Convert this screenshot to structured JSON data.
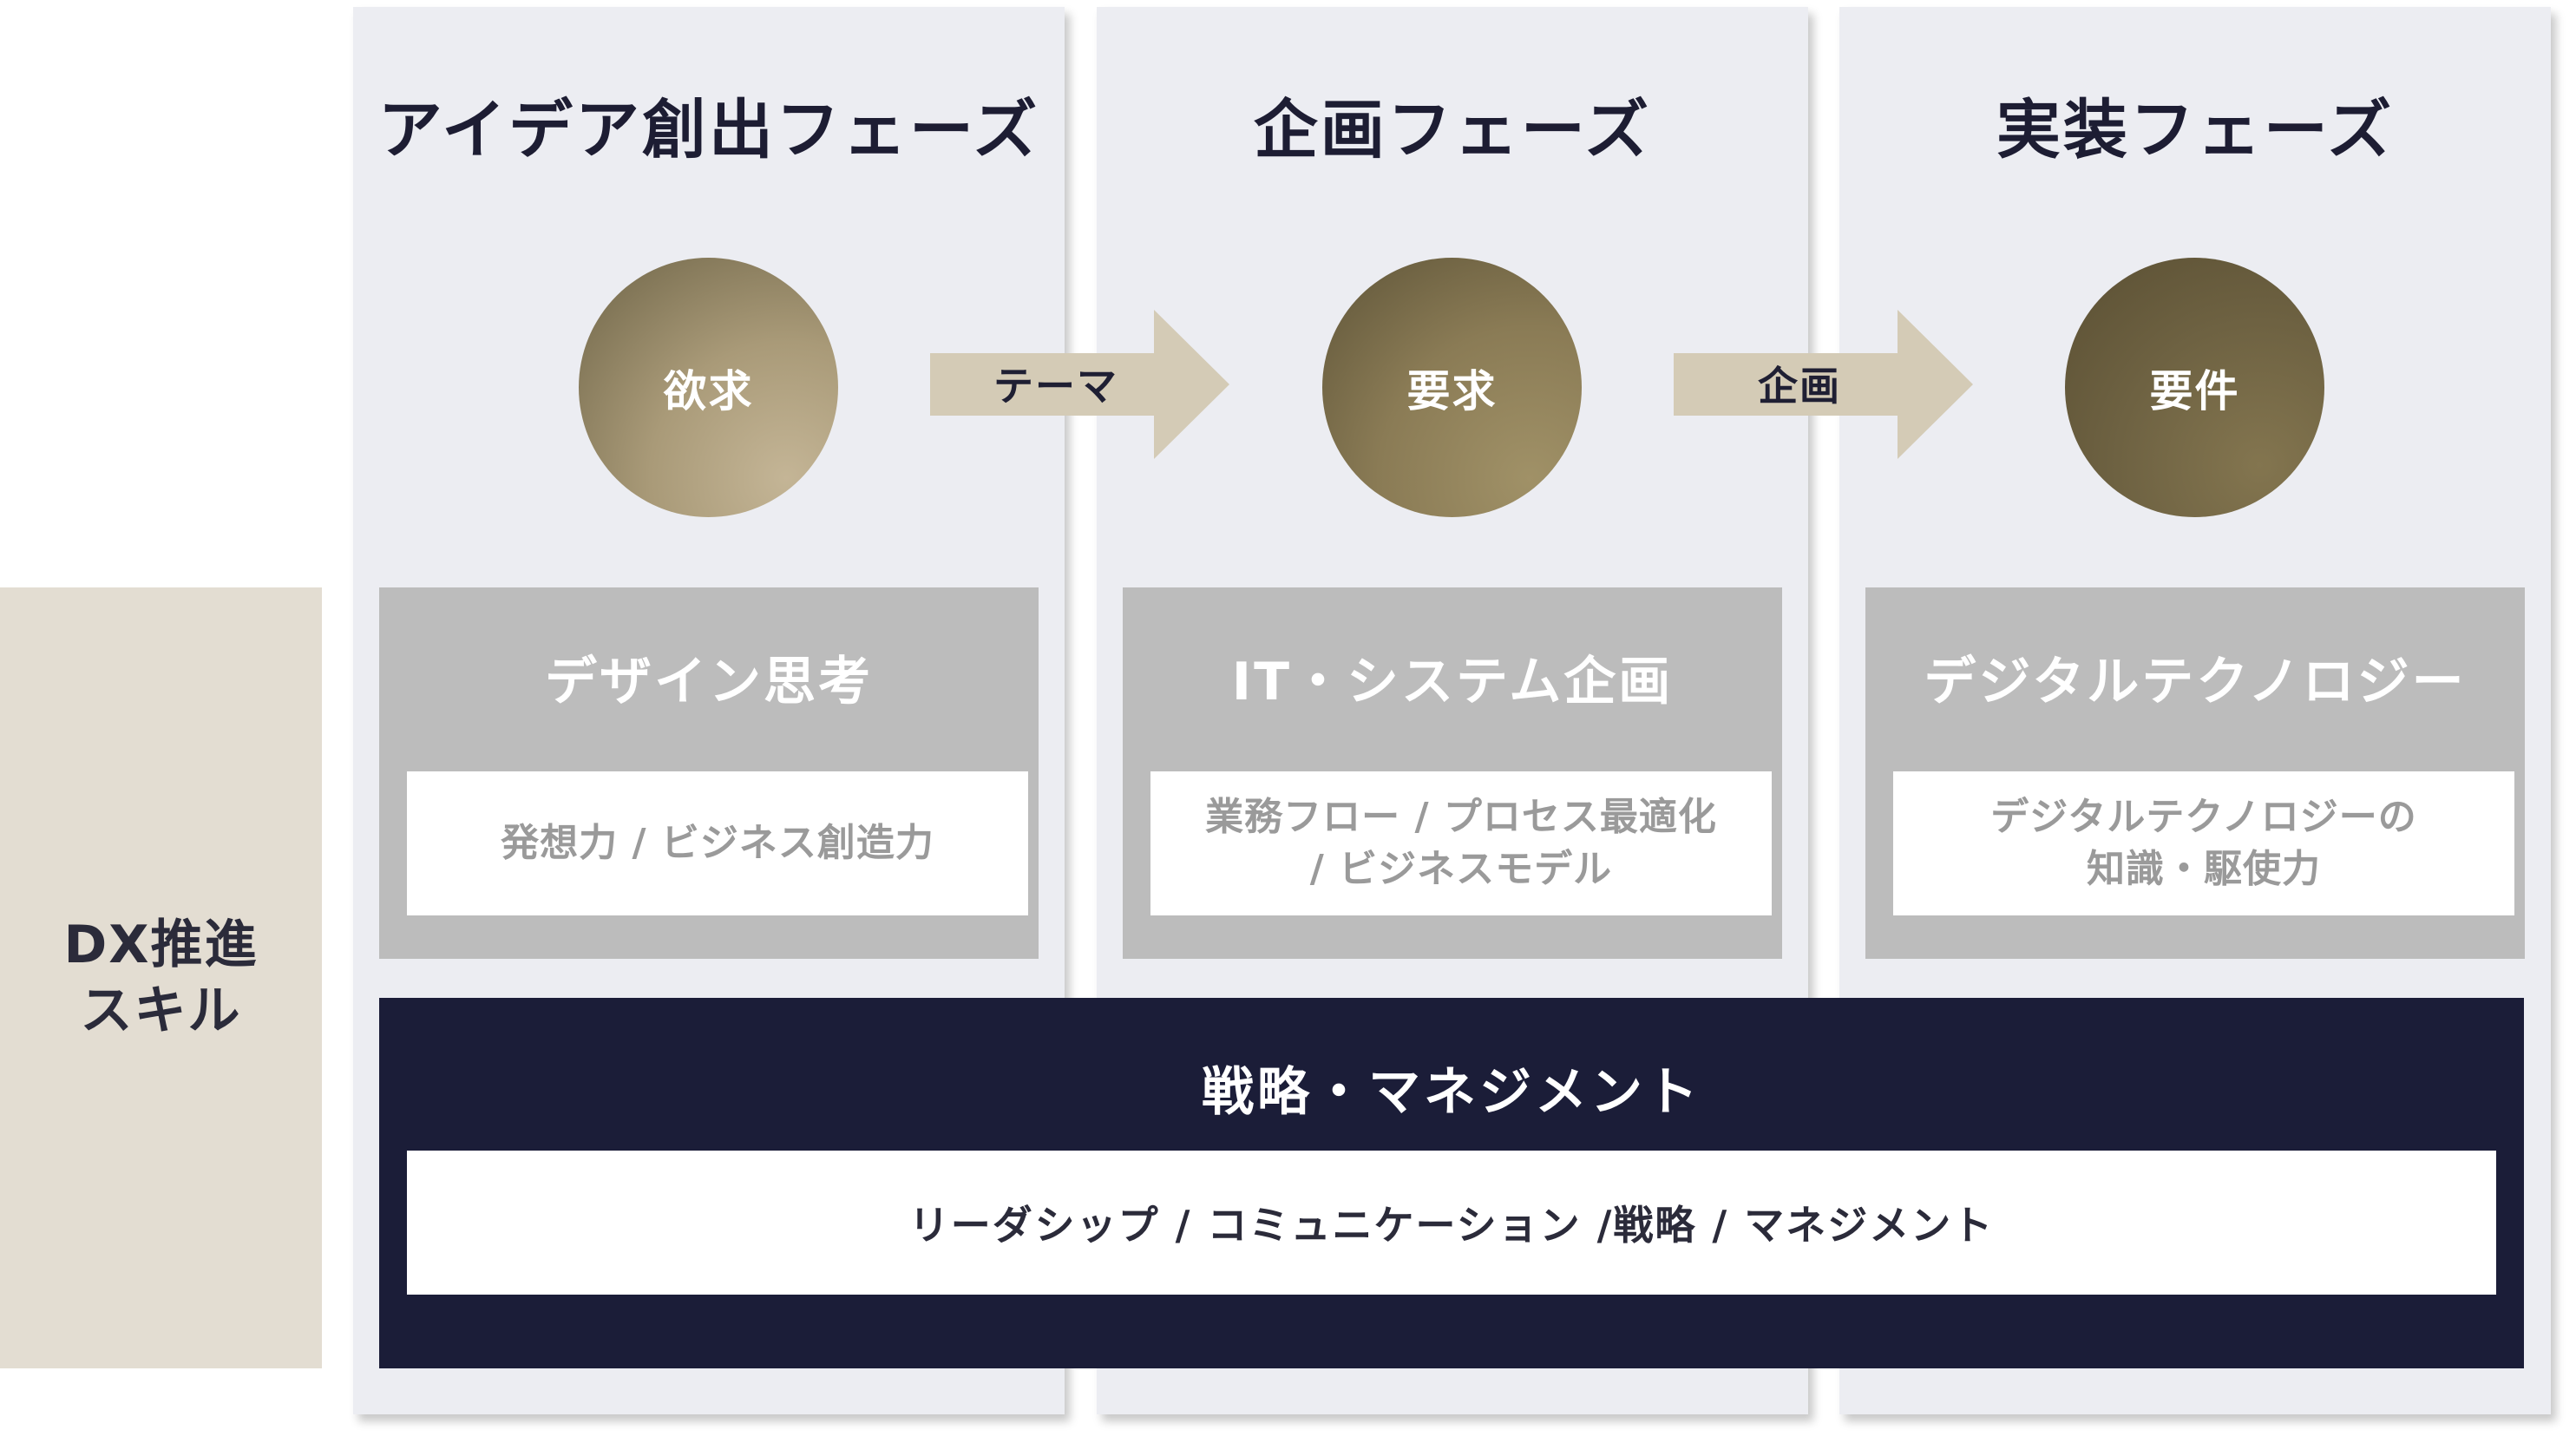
{
  "side_label": {
    "line1": "DX推進",
    "line2": "スキル"
  },
  "phases": [
    {
      "title": "アイデア創出フェーズ",
      "circle": "欲求",
      "skill_title": "デザイン思考",
      "skill_detail_1": "発想力 / ビジネス創造力",
      "skill_detail_2": ""
    },
    {
      "title": "企画フェーズ",
      "circle": "要求",
      "skill_title": "IT・システム企画",
      "skill_detail_1": "業務フロー / プロセス最適化",
      "skill_detail_2": "/ ビジネスモデル"
    },
    {
      "title": "実装フェーズ",
      "circle": "要件",
      "skill_title": "デジタルテクノロジー",
      "skill_detail_1": "デジタルテクノロジーの",
      "skill_detail_2": "知識・駆使力"
    }
  ],
  "arrows": [
    {
      "label": "テーマ"
    },
    {
      "label": "企画"
    }
  ],
  "strategy": {
    "title": "戦略・マネジメント",
    "detail": "リーダシップ / コミュニケーション /戦略 / マネジメント"
  },
  "colors": {
    "phase_bg": "#ecedf2",
    "circle_1": [
      "#6e6447",
      "#c4b596"
    ],
    "circle_2": [
      "#5e5438",
      "#a09167"
    ],
    "circle_3": [
      "#5a4f33",
      "#83754f"
    ],
    "arrow": "#d4cbb6",
    "skill_box": "#bcbcbc",
    "strategy_bg": "#1b1d38",
    "side_bg": "#e3ddd2"
  }
}
